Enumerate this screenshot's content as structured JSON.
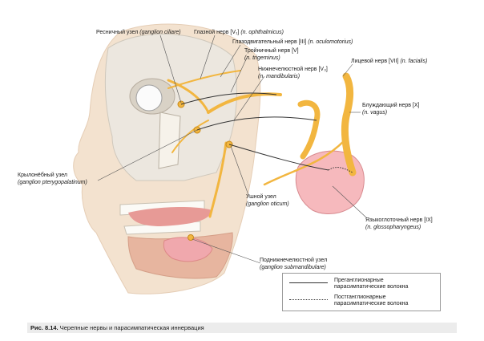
{
  "labels": {
    "ciliary": {
      "text": "Ресничный узел",
      "latin": "(ganglion ciliare)"
    },
    "ophthalmic": {
      "text": "Глазной нерв [V₁]",
      "latin": "(n. ophthalmicus)"
    },
    "oculomotor": {
      "text": "Глазодвигательный нерв [III]",
      "latin": "(n. oculomotorius)"
    },
    "trigeminal": {
      "text": "Тройничный нерв [V]",
      "latin": "(n. trigeminus)"
    },
    "mandibular": {
      "text": "Нижнечелюстной нерв [V₃]",
      "latin": "(n. mandibularis)"
    },
    "facial": {
      "text": "Лицевой нерв [VII]",
      "latin": "(n. facialis)"
    },
    "vagus": {
      "text": "Блуждающий нерв [X]",
      "latin": "(n. vagus)"
    },
    "pterygopalatine": {
      "text": "Крылонёбный узел",
      "latin": "(ganglion pterygopalatinum)"
    },
    "otic": {
      "text": "Ушной узел",
      "latin": "(ganglion oticum)"
    },
    "glossopharyngeal": {
      "text": "Языкоглоточный нерв [IX]",
      "latin": "(n. glossopharyngeus)"
    },
    "submandibular": {
      "text": "Поднижнечелюстной узел",
      "latin": "(ganglion submandibulare)"
    }
  },
  "legend": {
    "preganglionic": "Преганглионарные\nпарасимпатические волокна",
    "postganglionic": "Постганглионарные\nпарасимпатические волокна"
  },
  "caption": {
    "number": "Рис. 8.14.",
    "text": "Черепные нервы и парасимпатическая иннервация"
  },
  "colors": {
    "skin": "#f3e2cf",
    "bone": "#e9e4dc",
    "nerve": "#f2b640",
    "gland": "#f4b2b8",
    "muscle": "#d98a78",
    "leader": "#555555"
  }
}
